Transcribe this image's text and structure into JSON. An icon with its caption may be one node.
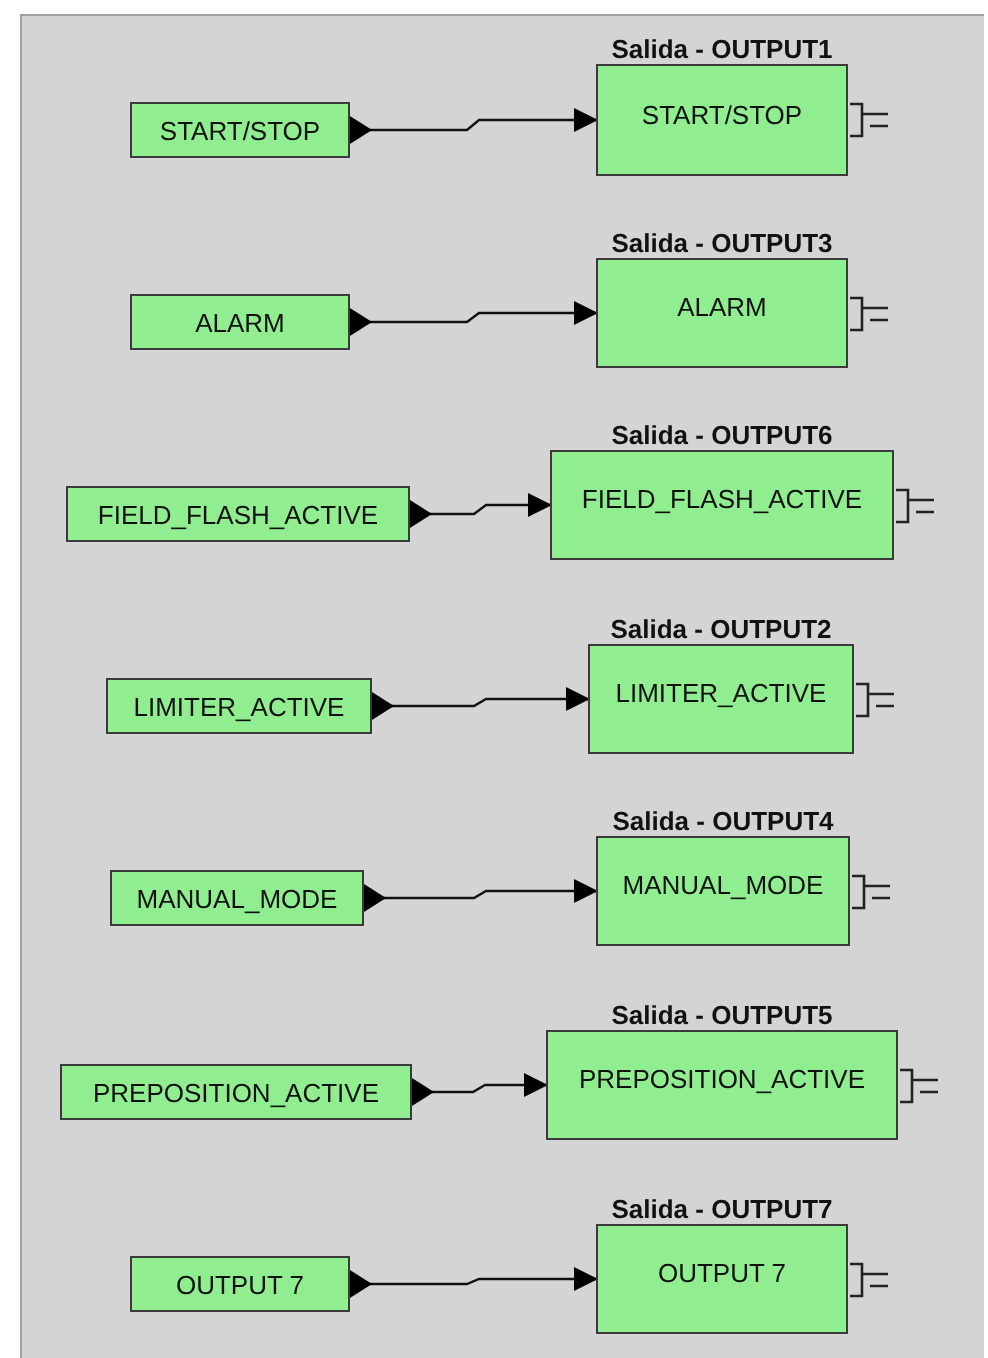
{
  "diagram": {
    "nodes": [
      {
        "text": [
          "START/STOP"
        ]
      },
      {
        "text": [
          "Salida - OUTPUT1",
          "START/STOP"
        ]
      },
      {
        "text": [
          "ALARM"
        ]
      },
      {
        "text": [
          "Salida - OUTPUT3",
          "ALARM"
        ]
      },
      {
        "text": [
          "FIELD_FLASH_ACTIVE"
        ]
      },
      {
        "text": [
          "Salida - OUTPUT6",
          "FIELD_FLASH_ACTIVE"
        ]
      },
      {
        "text": [
          "LIMITER_ACTIVE"
        ]
      },
      {
        "text": [
          "Salida - OUTPUT2",
          "LIMITER_ACTIVE"
        ]
      },
      {
        "text": [
          "MANUAL_MODE"
        ]
      },
      {
        "text": [
          "Salida - OUTPUT4",
          "MANUAL_MODE"
        ]
      },
      {
        "text": [
          "PREPOSITION_ACTIVE"
        ]
      },
      {
        "text": [
          "Salida - OUTPUT5",
          "PREPOSITION_ACTIVE"
        ]
      },
      {
        "text": [
          "OUTPUT 7"
        ]
      },
      {
        "text": [
          "Salida - OUTPUT7",
          "OUTPUT 7"
        ]
      }
    ],
    "edges": [
      {
        "from": 0,
        "to": 1,
        "arrow": "to"
      },
      {
        "from": 2,
        "to": 3,
        "arrow": "to"
      },
      {
        "from": 4,
        "to": 5,
        "arrow": "to"
      },
      {
        "from": 6,
        "to": 7,
        "arrow": "to"
      },
      {
        "from": 8,
        "to": 9,
        "arrow": "to"
      },
      {
        "from": 10,
        "to": 11,
        "arrow": "to"
      },
      {
        "from": 12,
        "to": 13,
        "arrow": "to"
      }
    ]
  }
}
